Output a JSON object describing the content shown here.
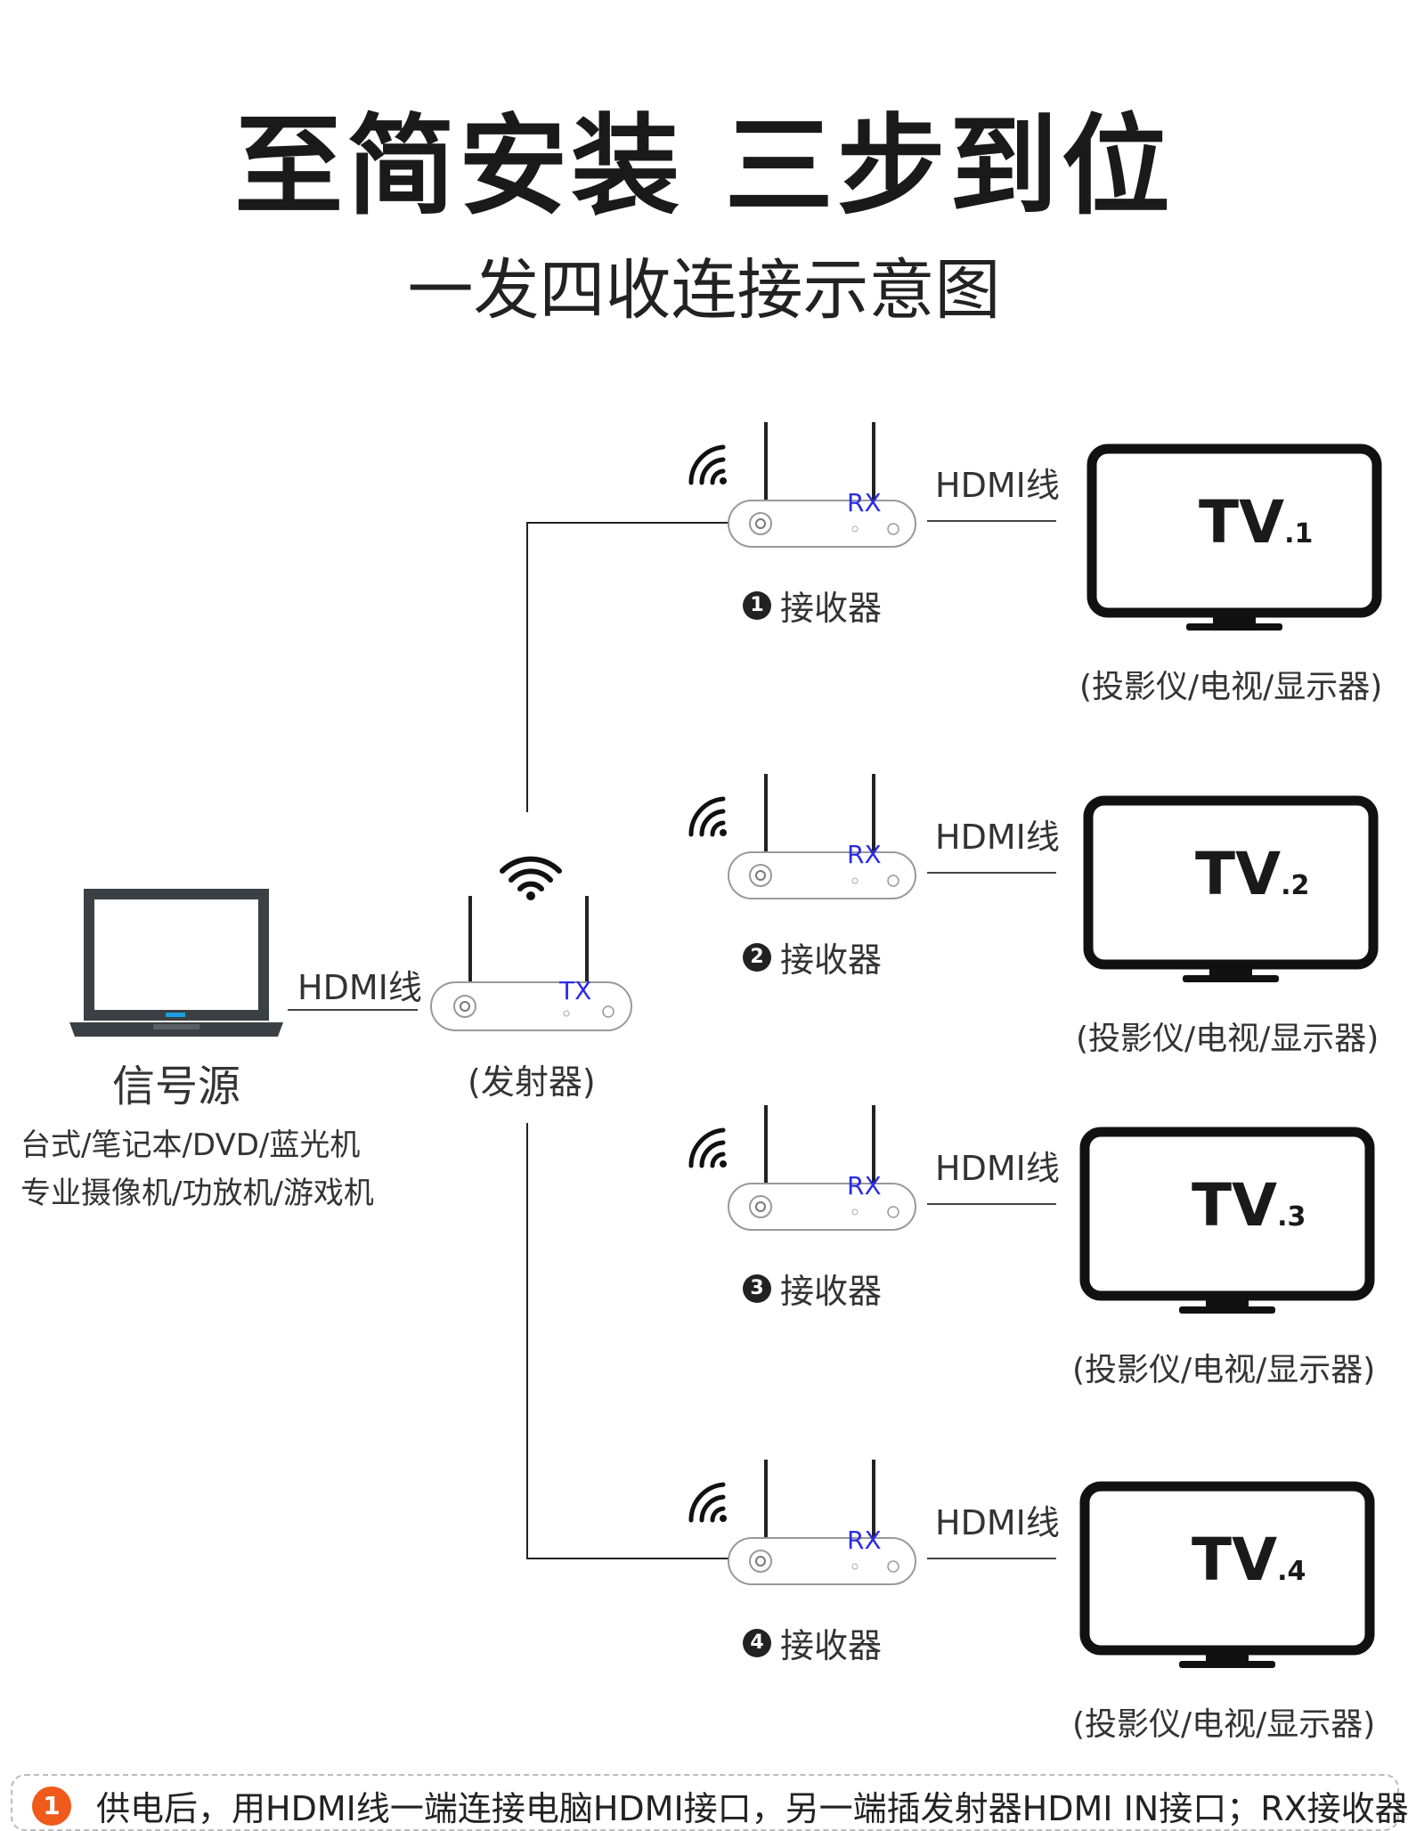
{
  "header": {
    "title": "至简安装 三步到位",
    "subtitle": "一发四收连接示意图"
  },
  "source": {
    "title": "信号源",
    "lines": [
      "台式/笔记本/DVD/蓝光机",
      "专业摄像机/功放机/游戏机"
    ],
    "cable_label": "HDMI线"
  },
  "transmitter": {
    "tag": "TX",
    "label": "(发射器)"
  },
  "receivers": [
    {
      "number": "1",
      "label": "接收器",
      "tag": "RX",
      "cable_label": "HDMI线",
      "tv": "TV",
      "tv_index": ".1",
      "tv_caption": "(投影仪/电视/显示器)"
    },
    {
      "number": "2",
      "label": "接收器",
      "tag": "RX",
      "cable_label": "HDMI线",
      "tv": "TV",
      "tv_index": ".2",
      "tv_caption": "(投影仪/电视/显示器)"
    },
    {
      "number": "3",
      "label": "接收器",
      "tag": "RX",
      "cable_label": "HDMI线",
      "tv": "TV",
      "tv_index": ".3",
      "tv_caption": "(投影仪/电视/显示器)"
    },
    {
      "number": "4",
      "label": "接收器",
      "tag": "RX",
      "cable_label": "HDMI线",
      "tv": "TV",
      "tv_index": ".4",
      "tv_caption": "(投影仪/电视/显示器)"
    }
  ],
  "note": {
    "number": "1",
    "text": "供电后，用HDMI线一端连接电脑HDMI接口，另一端插发射器HDMI IN接口；RX接收器"
  },
  "colors": {
    "device_tag": "#2a2ae6",
    "note_badge": "#f05a1a",
    "laptop": "#3a4044",
    "laptop_led": "#1aa0e0"
  }
}
